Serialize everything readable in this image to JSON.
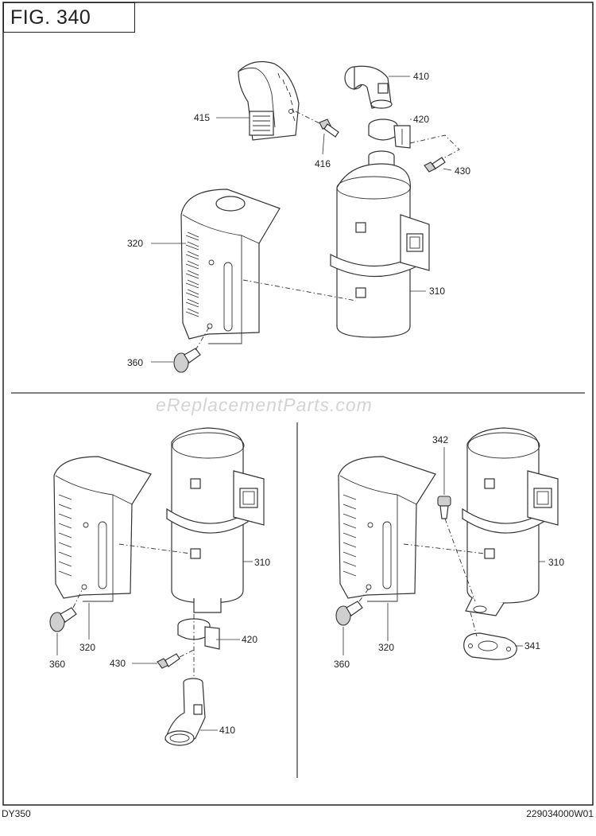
{
  "figure": {
    "title": "FIG. 340",
    "model": "DY350",
    "part_number": "229034000W01",
    "watermark": "eReplacementParts.com"
  },
  "top_panel": {
    "callouts": [
      "410",
      "415",
      "416",
      "420",
      "430",
      "320",
      "310",
      "360"
    ]
  },
  "bottom_left_panel": {
    "callouts": [
      "310",
      "360",
      "320",
      "420",
      "430",
      "410"
    ]
  },
  "bottom_right_panel": {
    "callouts": [
      "342",
      "310",
      "360",
      "320",
      "341"
    ]
  }
}
